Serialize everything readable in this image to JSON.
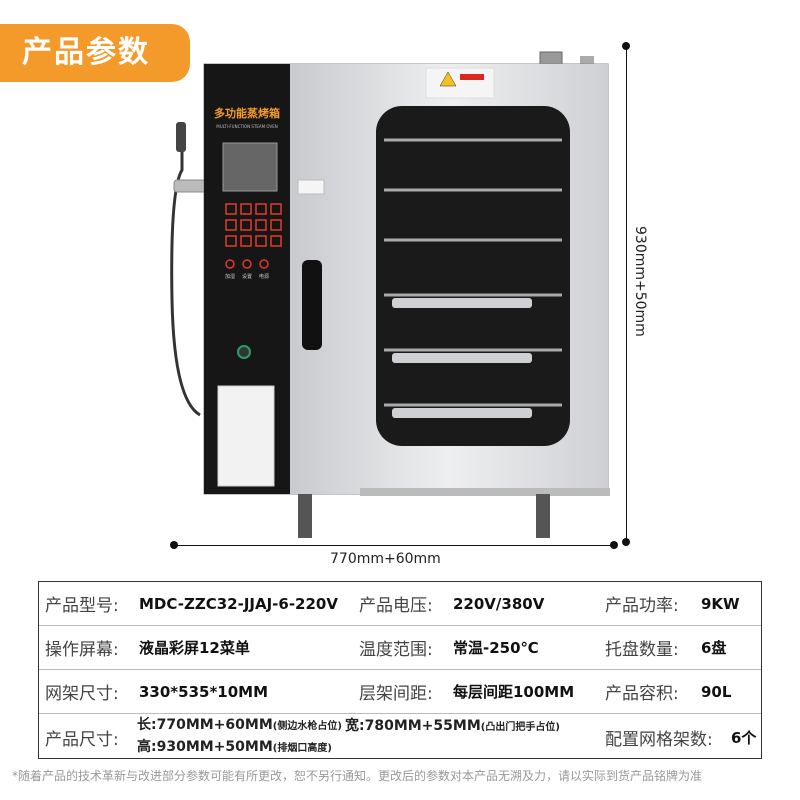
{
  "header": {
    "title": "产品参数"
  },
  "product": {
    "panel_title": "多功能蒸烤箱",
    "panel_subtitle": "MULTI-FUNCTION STEAM OVEN",
    "button_labels": [
      "加湿",
      "设置",
      "电源"
    ]
  },
  "dimensions": {
    "width_label": "770mm+60mm",
    "height_label": "930mm+50mm"
  },
  "specs": {
    "row1": {
      "model_label": "产品型号:",
      "model_value": "MDC-ZZC32-JJAJ-6-220V",
      "voltage_label": "产品电压:",
      "voltage_value": "220V/380V",
      "power_label": "产品功率:",
      "power_value": "9KW"
    },
    "row2": {
      "screen_label": "操作屏幕:",
      "screen_value": "液晶彩屏12菜单",
      "temp_label": "温度范围:",
      "temp_value": "常温-250℃",
      "tray_label": "托盘数量:",
      "tray_value": "6盘"
    },
    "row3": {
      "rack_label": "网架尺寸:",
      "rack_value": "330*535*10MM",
      "spacing_label": "层架间距:",
      "spacing_value": "每层间距100MM",
      "capacity_label": "产品容积:",
      "capacity_value": "90L"
    },
    "row4": {
      "size_label": "产品尺寸:",
      "length_value": "长:770MM+60MM",
      "length_note": "(侧边水枪占位)",
      "width_value": "宽:780MM+55MM",
      "width_note": "(凸出门把手占位)",
      "height_value": "高:930MM+50MM",
      "height_note": "(排烟口高度)",
      "rack_count_label": "配置网格架数:",
      "rack_count_value": "6个"
    }
  },
  "footer": {
    "note": "*随着产品的技术革新与改进部分参数可能有所更改，恕不另行通知。更改后的参数对本产品无溯及力，请以实际到货产品铭牌为准"
  }
}
